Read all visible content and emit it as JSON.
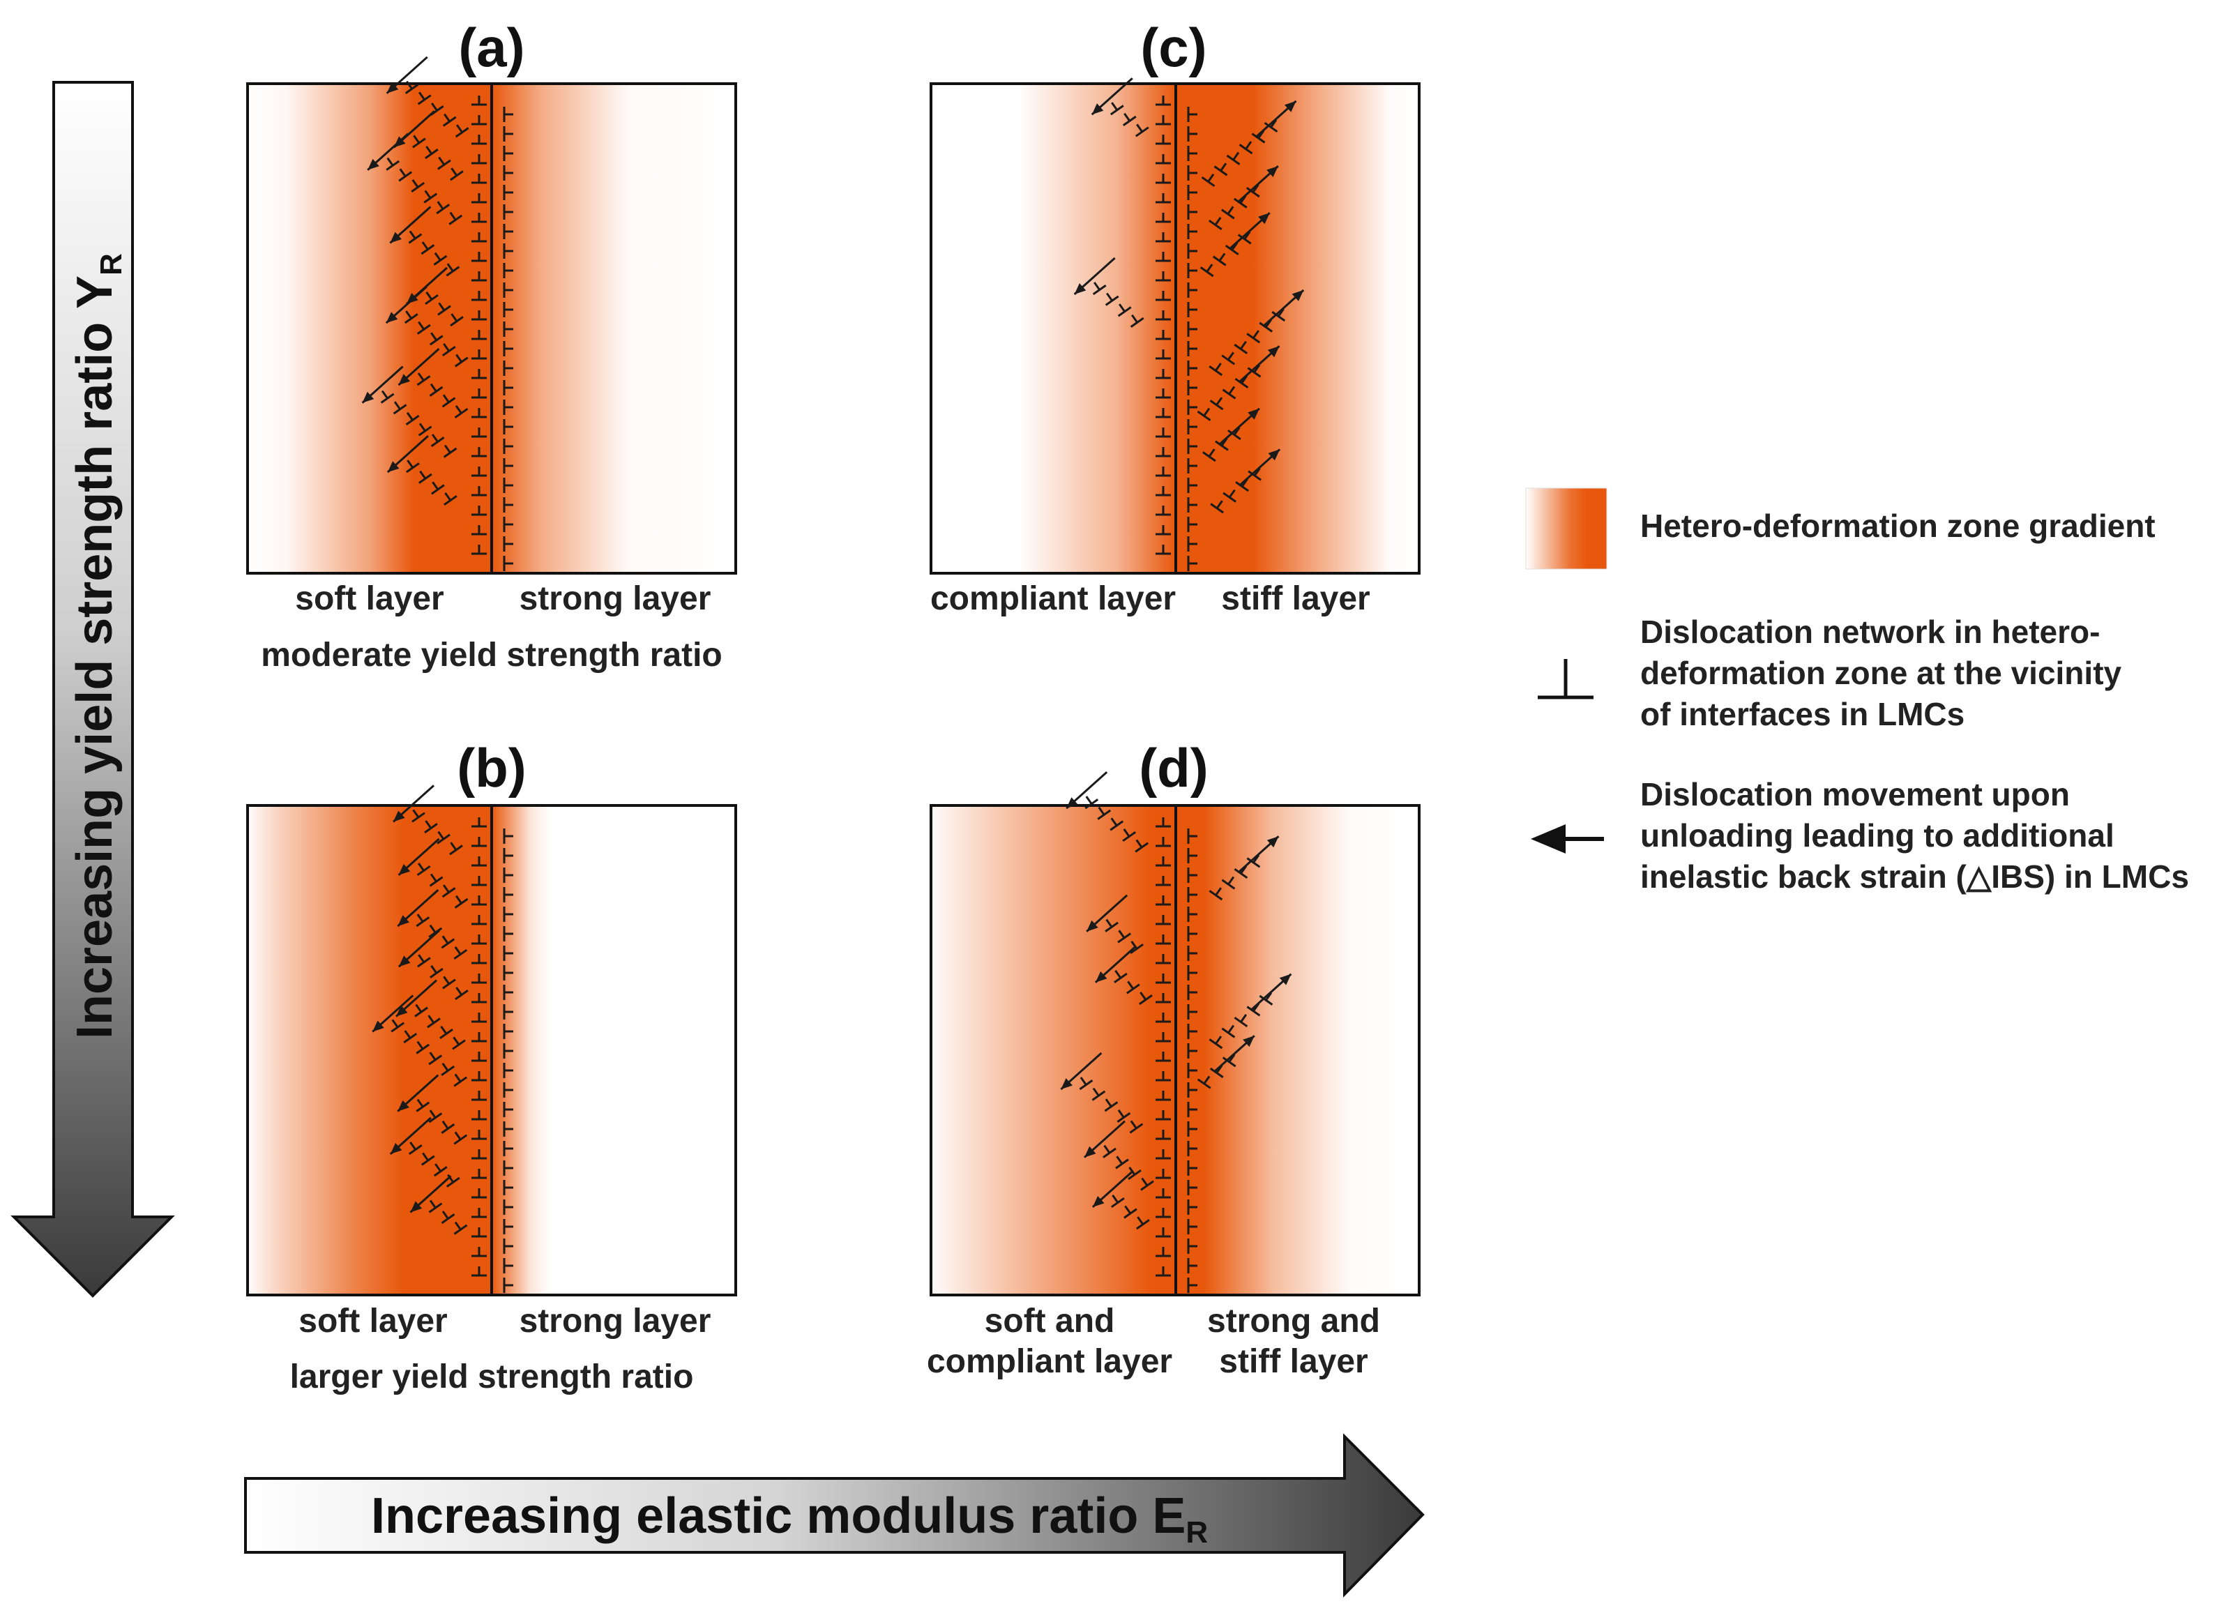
{
  "panels": {
    "a": {
      "label": "(a)",
      "left_caption": "soft layer",
      "right_caption": "strong layer",
      "bottom_caption": "moderate yield strength ratio"
    },
    "b": {
      "label": "(b)",
      "left_caption": "soft layer",
      "right_caption": "strong layer",
      "bottom_caption": "larger yield strength ratio"
    },
    "c": {
      "label": "(c)",
      "left_caption": "compliant layer",
      "right_caption": "stiff layer"
    },
    "d": {
      "label": "(d)",
      "left_caption_1": "soft and",
      "left_caption_2": "compliant layer",
      "right_caption_1": "strong and",
      "right_caption_2": "stiff layer"
    }
  },
  "vertical_axis": {
    "text": "Increasing yield strength ratio Y",
    "subscript": "R"
  },
  "horizontal_axis": {
    "text": "Increasing elastic modulus ratio E",
    "subscript": "R"
  },
  "legend": {
    "gradient": {
      "line1": "Hetero-deformation zone gradient"
    },
    "dislocation": {
      "line1": "Dislocation network in hetero-",
      "line2": "deformation zone at the vicinity",
      "line3": "of interfaces in LMCs"
    },
    "movement": {
      "line1": "Dislocation movement upon",
      "line2": "unloading leading to additional",
      "line3": "inelastic back strain (△IBS) in LMCs"
    }
  },
  "colors": {
    "zone": "#e8580c",
    "frame": "#111111",
    "arrow_dark": "#333333"
  }
}
